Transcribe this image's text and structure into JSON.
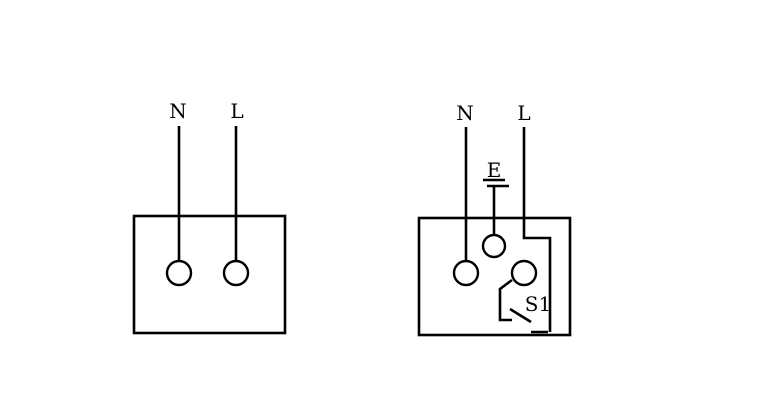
{
  "diagram": {
    "left_socket": {
      "labels": {
        "neutral": "N",
        "live": "L"
      }
    },
    "right_socket": {
      "labels": {
        "neutral": "N",
        "live": "L",
        "earth": "E",
        "switch": "S1"
      }
    },
    "colors": {
      "line": "#000000",
      "background": "#ffffff"
    }
  }
}
